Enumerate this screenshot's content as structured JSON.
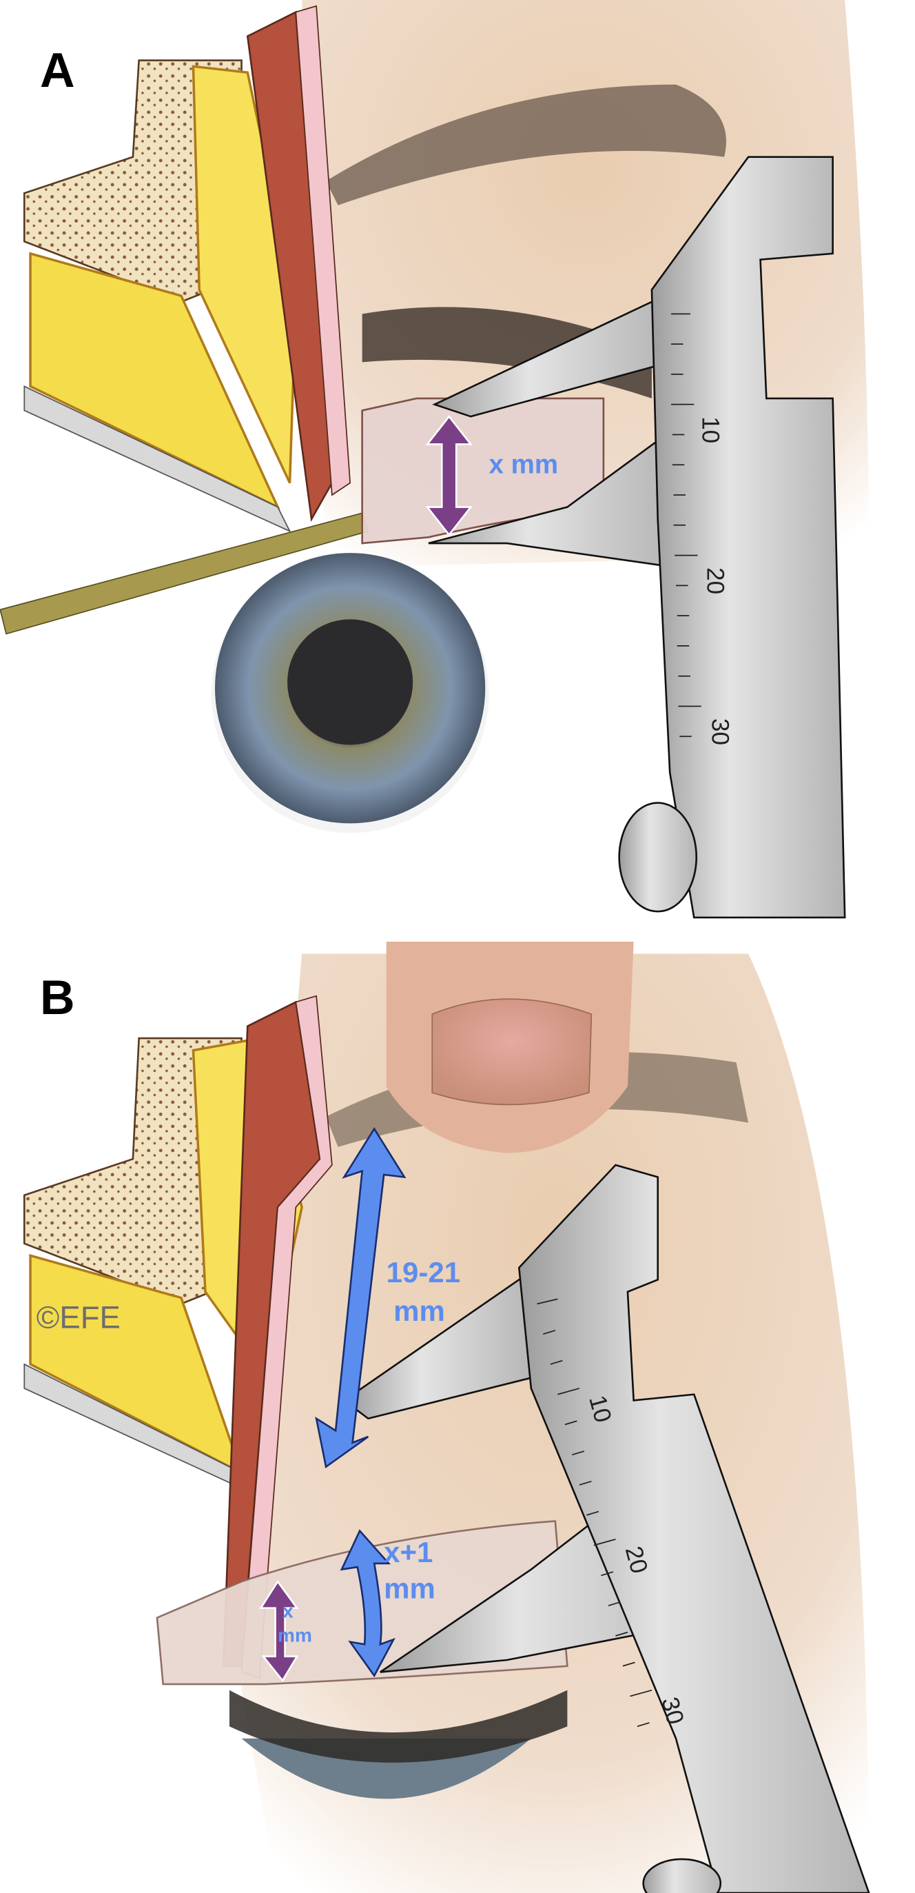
{
  "panels": [
    {
      "label": "A",
      "measurement": "x mm",
      "caliper_scale": [
        "10",
        "20",
        "30"
      ]
    },
    {
      "label": "B",
      "measurement_brow": {
        "value": "19-21",
        "unit": "mm"
      },
      "measurement_lid": {
        "value": "x+1",
        "unit": "mm"
      },
      "measurement_tarsus": {
        "value": "x",
        "unit": "mm"
      },
      "caliper_scale": [
        "10",
        "20",
        "30"
      ],
      "copyright": "©EFE"
    }
  ],
  "colors": {
    "arrow_blue": "#5b8def",
    "arrow_purple": "#7a3f87",
    "fat_yellow": "#f5dc4a",
    "muscle_red": "#b5513c",
    "skin": "#e8c9a8",
    "steel": "#c8c8c8"
  }
}
